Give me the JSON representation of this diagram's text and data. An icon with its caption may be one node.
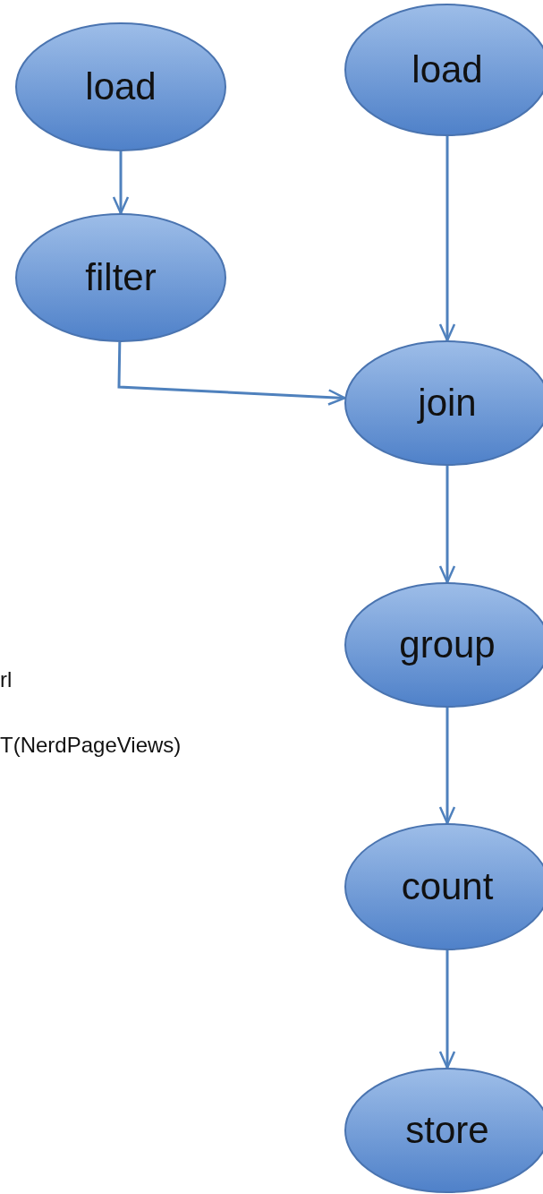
{
  "diagram": {
    "nodes": [
      {
        "text": [
          "load"
        ]
      },
      {
        "text": [
          "load"
        ]
      },
      {
        "text": [
          "filter"
        ]
      },
      {
        "text": [
          "join"
        ]
      },
      {
        "text": [
          "group"
        ]
      },
      {
        "text": [
          "count"
        ]
      },
      {
        "text": [
          "store"
        ]
      }
    ],
    "edges": [
      {
        "from": 0,
        "to": 2,
        "arrow": "to"
      },
      {
        "from": 1,
        "to": 3,
        "arrow": "to"
      },
      {
        "from": 2,
        "to": 3,
        "arrow": "to"
      },
      {
        "from": 3,
        "to": 4,
        "arrow": "to"
      },
      {
        "from": 4,
        "to": 5,
        "arrow": "to"
      },
      {
        "from": 5,
        "to": 6,
        "arrow": "to"
      }
    ],
    "labels": [
      "rl",
      "T(NerdPageViews)"
    ]
  }
}
